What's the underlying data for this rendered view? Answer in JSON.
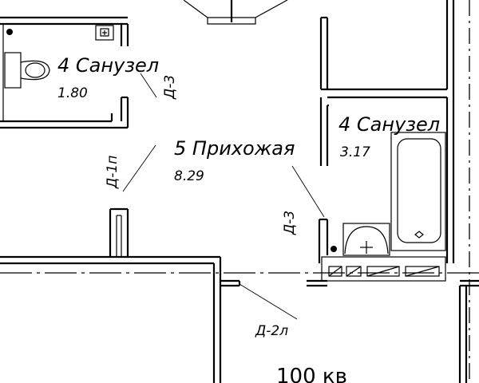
{
  "rooms": [
    {
      "number": "4",
      "name": "Санузел",
      "area": "1.80"
    },
    {
      "number": "5",
      "name": "Прихожая",
      "area": "8.29"
    },
    {
      "number": "4",
      "name": "Санузел",
      "area": "3.17"
    }
  ],
  "doors": [
    "Д-3",
    "Д-1п",
    "Д-3",
    "Д-2л"
  ],
  "bottom_text": "100 кв"
}
